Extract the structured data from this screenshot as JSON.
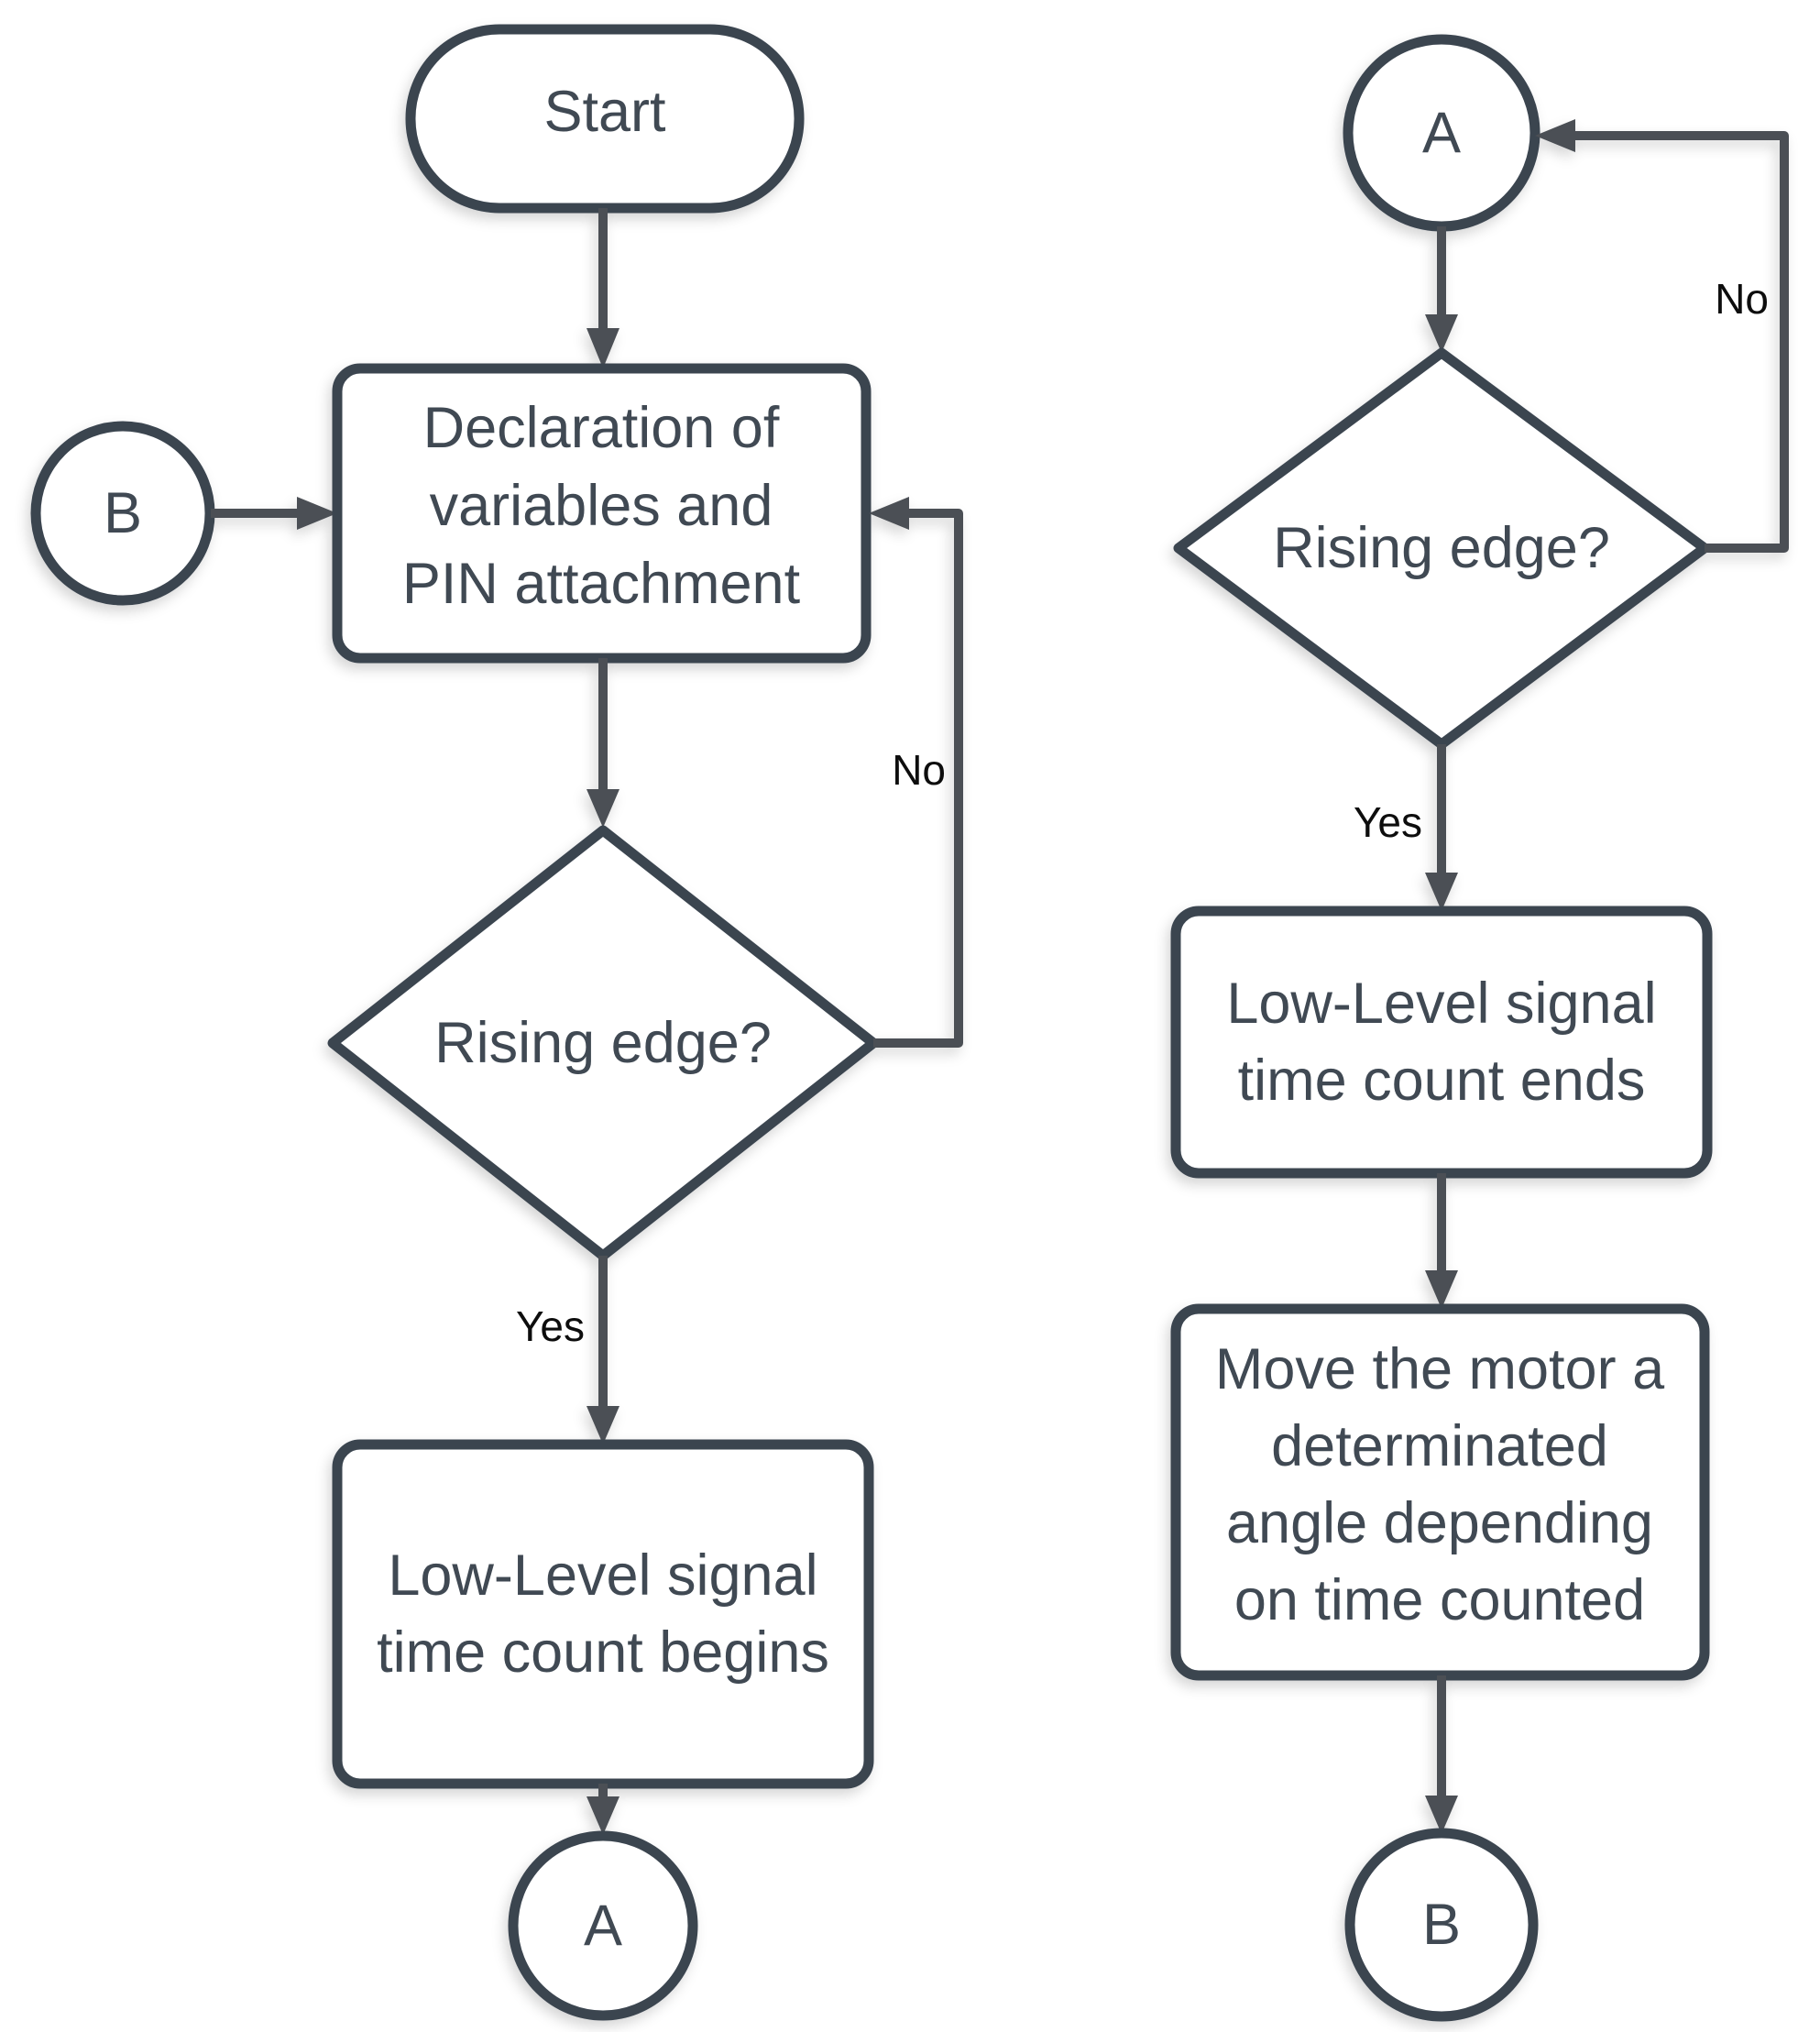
{
  "diagram": {
    "type": "flowchart",
    "background": "#ffffff",
    "colors": {
      "shape_stroke": "#3a4450",
      "shape_fill": "#ffffff",
      "connector": "#4b4f54",
      "node_text": "#3f4953",
      "edge_label_text": "#0d0d0d"
    },
    "left": {
      "start_label": "Start",
      "offpage_b_label": "B",
      "process1_lines": [
        "Declaration of",
        "variables and",
        "PIN attachment"
      ],
      "decision_label": "Rising edge?",
      "no_label": "No",
      "yes_label": "Yes",
      "process2_lines": [
        "Low-Level signal",
        "time count begins"
      ],
      "offpage_a_label": "A"
    },
    "right": {
      "offpage_a_label": "A",
      "decision_label": "Rising edge?",
      "no_label": "No",
      "yes_label": "Yes",
      "process1_lines": [
        "Low-Level signal",
        "time count ends"
      ],
      "process2_lines": [
        "Move the motor a",
        "determinated",
        "angle depending",
        "on time counted"
      ],
      "offpage_b_label": "B"
    }
  }
}
